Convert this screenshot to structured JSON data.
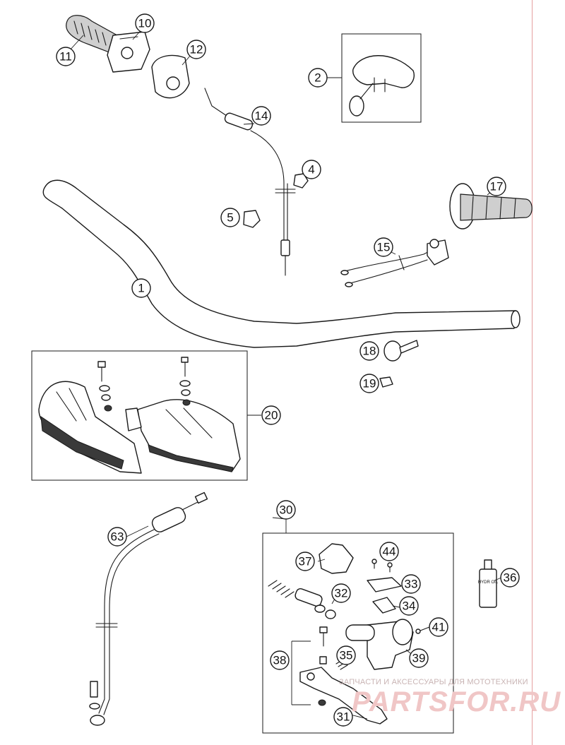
{
  "diagram": {
    "callouts": [
      "1",
      "2",
      "4",
      "5",
      "10",
      "11",
      "12",
      "14",
      "15",
      "17",
      "18",
      "19",
      "20",
      "30",
      "31",
      "32",
      "33",
      "34",
      "35",
      "36",
      "37",
      "38",
      "39",
      "41",
      "44",
      "63"
    ],
    "bottle_label": "HYDR OIL"
  },
  "watermark": {
    "caption": "ЗАПЧАСТИ И АКСЕССУАРЫ ДЛЯ МОТОТЕХНИКИ",
    "brand": "PARTSFOR.RU"
  },
  "colors": {
    "line": "#1a1a1a",
    "background": "#ffffff",
    "watermark": "#f0c6c6",
    "margin_line": "#e6a0a0"
  }
}
